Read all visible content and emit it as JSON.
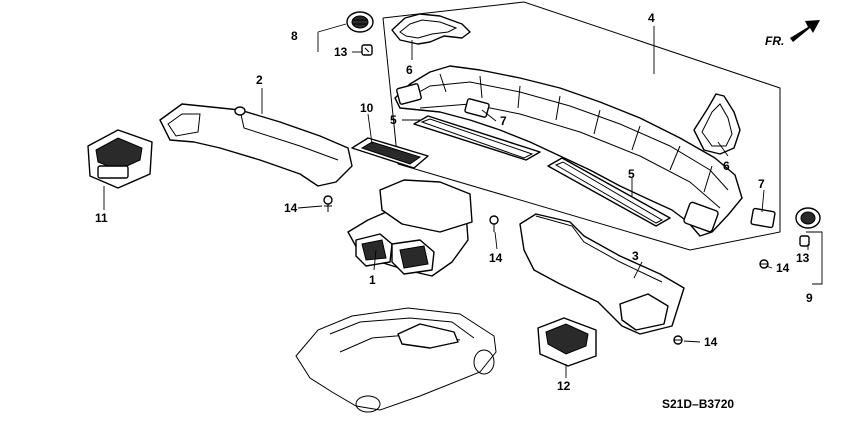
{
  "diagram": {
    "diagram_code": "S21D–B3720",
    "direction_label": "FR.",
    "callouts": [
      {
        "id": "c1",
        "number": "1"
      },
      {
        "id": "c2",
        "number": "2"
      },
      {
        "id": "c3",
        "number": "3"
      },
      {
        "id": "c4",
        "number": "4"
      },
      {
        "id": "c5a",
        "number": "5"
      },
      {
        "id": "c5b",
        "number": "5"
      },
      {
        "id": "c6a",
        "number": "6"
      },
      {
        "id": "c6b",
        "number": "6"
      },
      {
        "id": "c7a",
        "number": "7"
      },
      {
        "id": "c7b",
        "number": "7"
      },
      {
        "id": "c8",
        "number": "8"
      },
      {
        "id": "c9",
        "number": "9"
      },
      {
        "id": "c10",
        "number": "10"
      },
      {
        "id": "c11",
        "number": "11"
      },
      {
        "id": "c12",
        "number": "12"
      },
      {
        "id": "c13a",
        "number": "13"
      },
      {
        "id": "c13b",
        "number": "13"
      },
      {
        "id": "c14a",
        "number": "14"
      },
      {
        "id": "c14b",
        "number": "14"
      },
      {
        "id": "c14c",
        "number": "14"
      },
      {
        "id": "c14d",
        "number": "14"
      }
    ]
  }
}
